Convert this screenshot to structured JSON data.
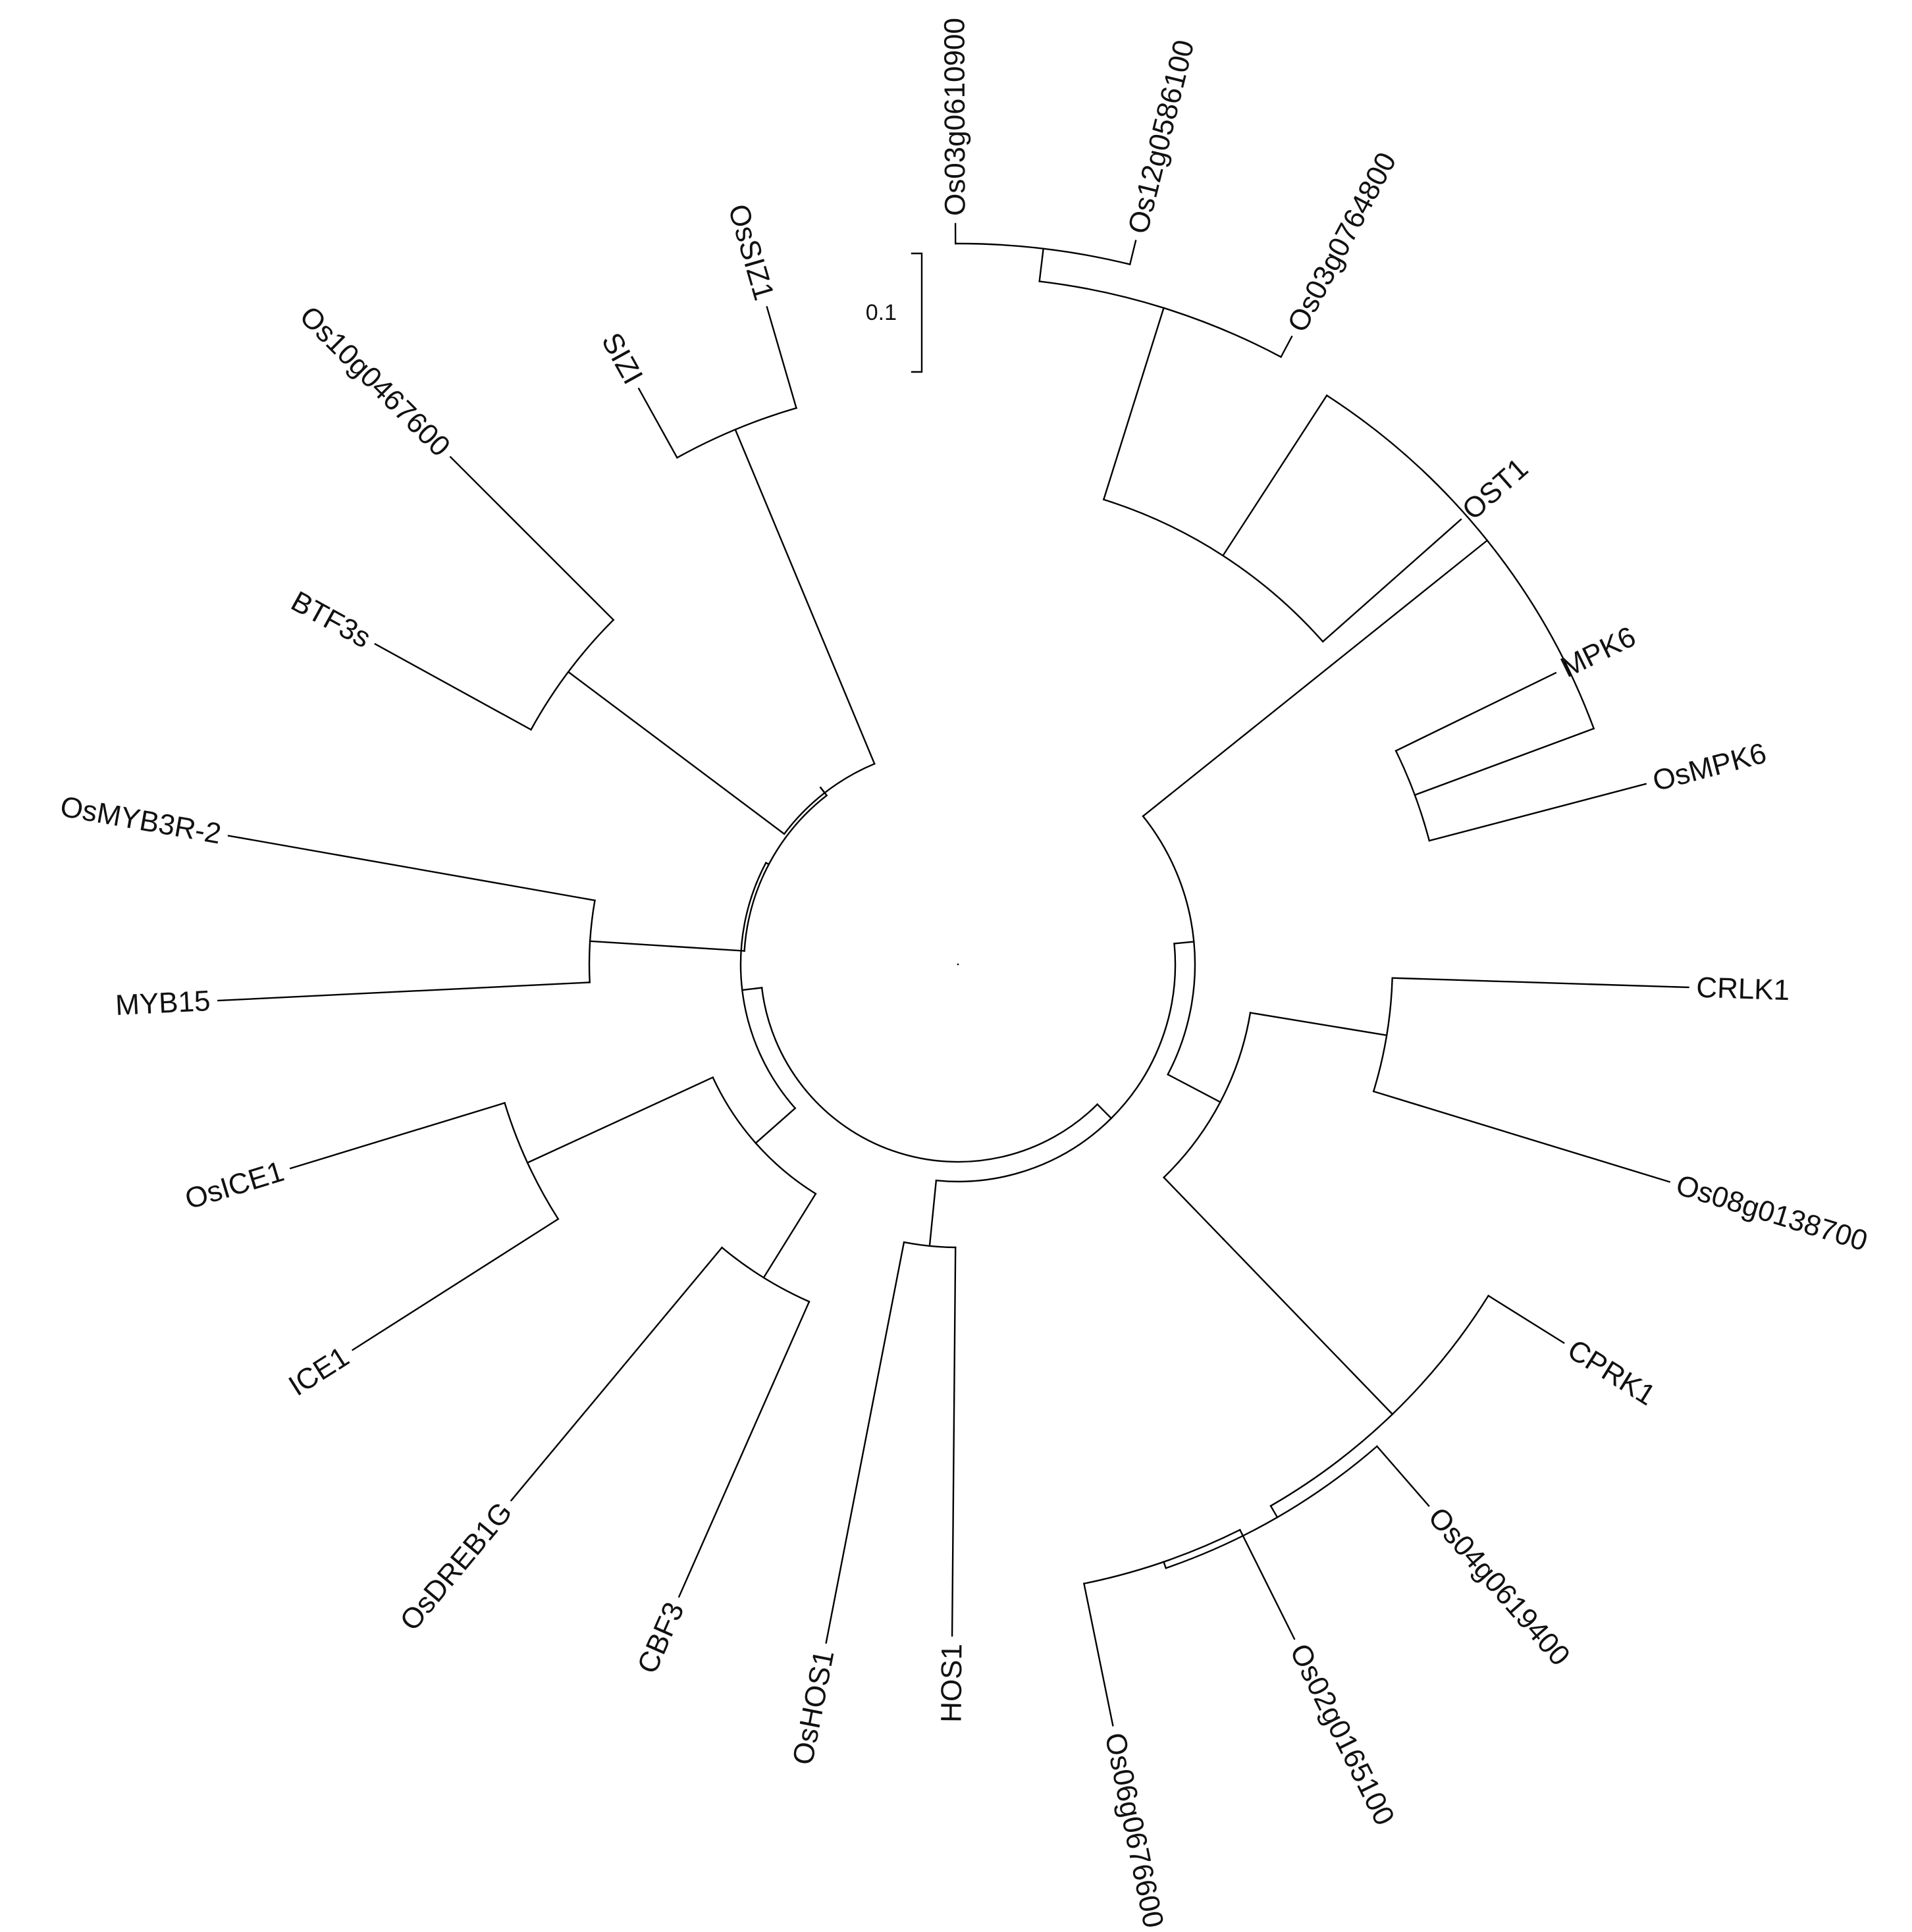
{
  "tree": {
    "type": "circular-phylogram",
    "line_color": "#000000",
    "scale_bar_label": "0.1",
    "leaves": [
      {
        "id": "os03g0610900",
        "label": "Os03g0610900"
      },
      {
        "id": "os12g0586100",
        "label": "Os12g0586100"
      },
      {
        "id": "os03g0764800",
        "label": "Os03g0764800"
      },
      {
        "id": "ost1",
        "label": "OST1"
      },
      {
        "id": "mpk6",
        "label": "MPK6"
      },
      {
        "id": "osmpk6",
        "label": "OsMPK6"
      },
      {
        "id": "crlk1",
        "label": "CRLK1"
      },
      {
        "id": "os08g0138700",
        "label": "Os08g0138700"
      },
      {
        "id": "cprk1",
        "label": "CPRK1"
      },
      {
        "id": "os04g0619400",
        "label": "Os04g0619400"
      },
      {
        "id": "os02g0165100",
        "label": "Os02g0165100"
      },
      {
        "id": "os06g0676600",
        "label": "Os06g0676600"
      },
      {
        "id": "hos1",
        "label": "HOS1"
      },
      {
        "id": "oshos1",
        "label": "OsHOS1"
      },
      {
        "id": "cbf3",
        "label": "CBF3"
      },
      {
        "id": "osdreb1g",
        "label": "OsDREB1G"
      },
      {
        "id": "ice1",
        "label": "ICE1"
      },
      {
        "id": "osice1",
        "label": "OsICE1"
      },
      {
        "id": "myb15",
        "label": "MYB15"
      },
      {
        "id": "osmyb3r2",
        "label": "OsMYB3R-2"
      },
      {
        "id": "btf3s",
        "label": "BTF3s"
      },
      {
        "id": "os10g0467600",
        "label": "Os10g0467600"
      },
      {
        "id": "sizi",
        "label": "SIZI"
      },
      {
        "id": "ossiz1",
        "label": "OsSIZ1"
      }
    ]
  }
}
